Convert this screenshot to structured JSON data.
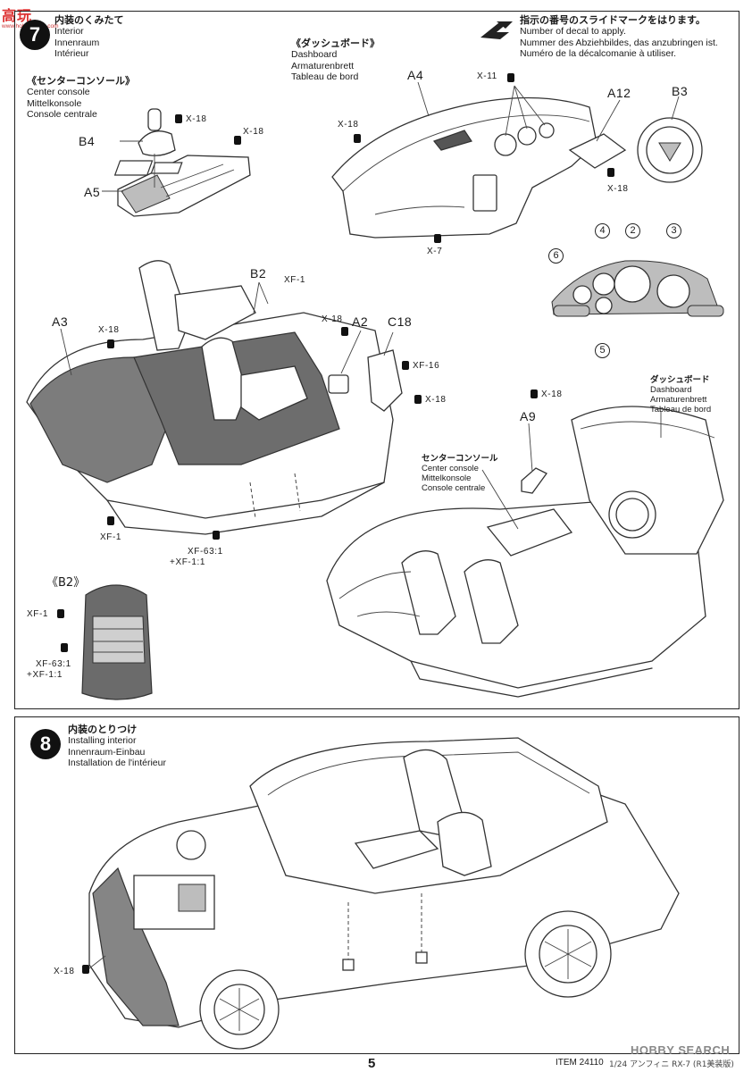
{
  "watermark_top": "高玩",
  "watermark_url": "www.hobby-shop.com",
  "decal_note": {
    "jp": "指示の番号のスライドマークをはります。",
    "en": "Number of decal to apply.",
    "de": "Nummer des Abziehbildes, das anzubringen ist.",
    "fr": "Numéro de la décalcomanie à utiliser."
  },
  "step7": {
    "number": "7",
    "jp": "内装のくみたて",
    "en": "Interior",
    "de": "Innenraum",
    "fr": "Intérieur",
    "center_console": {
      "jp": "《センターコンソール》",
      "en": "Center console",
      "de": "Mittelkonsole",
      "fr": "Console centrale"
    },
    "dashboard": {
      "jp": "《ダッシュボード》",
      "en": "Dashboard",
      "de": "Armaturenbrett",
      "fr": "Tableau de bord"
    },
    "b2_title": "《B2》",
    "sub_console": {
      "jp": "センターコンソール",
      "en": "Center console",
      "de": "Mittelkonsole",
      "fr": "Console centrale"
    },
    "sub_dash": {
      "jp": "ダッシュボード",
      "en": "Dashboard",
      "de": "Armaturenbrett",
      "fr": "Tableau de bord"
    },
    "parts": {
      "A4": "A4",
      "A12": "A12",
      "B3": "B3",
      "B4": "B4",
      "A5": "A5",
      "A3": "A3",
      "B2": "B2",
      "A2": "A2",
      "C18": "C18",
      "A9": "A9"
    },
    "paints": {
      "x18": "X-18",
      "x11": "X-11",
      "x7": "X-7",
      "xf1": "XF-1",
      "xf16": "XF-16",
      "xf63_a": "XF-63:1",
      "xf63_b": "+XF-1:1",
      "b2_xf63_a": "XF-63:1",
      "b2_xf63_b": "+XF-1:1"
    },
    "decals": [
      "6",
      "4",
      "2",
      "3",
      "5"
    ]
  },
  "step8": {
    "number": "8",
    "jp": "内装のとりつけ",
    "en": "Installing interior",
    "de": "Innenraum-Einbau",
    "fr": "Installation de l'intérieur",
    "paint": "X-18"
  },
  "footer": {
    "page": "5",
    "item": "ITEM 24110",
    "scale": "1/24 アンフィニ RX-7 (R1美装版)",
    "watermark": "HOBBY SEARCH"
  }
}
